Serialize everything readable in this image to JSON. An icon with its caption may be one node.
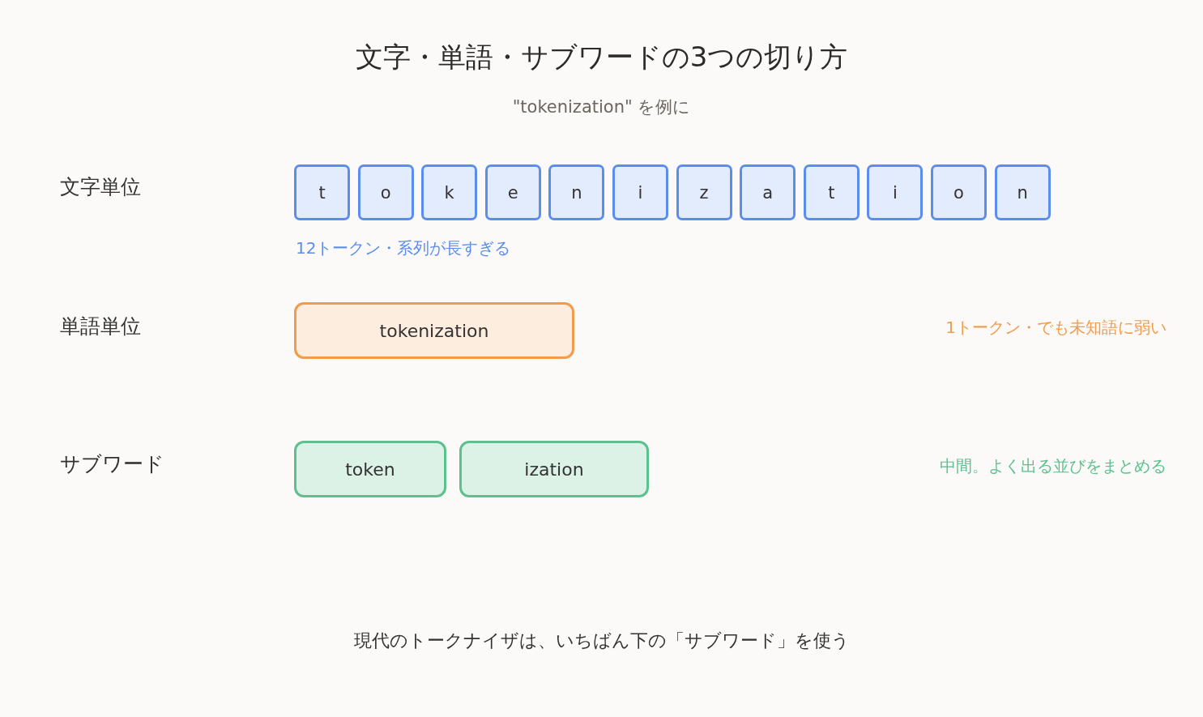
{
  "diagram": {
    "title": "文字・単語・サブワードの3つの切り方",
    "caption": "現代のトークナイザは、いちばん下の「サブワード」を使う",
    "nodes": [
      {
        "text": [
          "t"
        ]
      },
      {
        "text": [
          "o"
        ]
      },
      {
        "text": [
          "k"
        ]
      },
      {
        "text": [
          "e"
        ]
      },
      {
        "text": [
          "n"
        ]
      },
      {
        "text": [
          "i"
        ]
      },
      {
        "text": [
          "z"
        ]
      },
      {
        "text": [
          "a"
        ]
      },
      {
        "text": [
          "t"
        ]
      },
      {
        "text": [
          "i"
        ]
      },
      {
        "text": [
          "o"
        ]
      },
      {
        "text": [
          "n"
        ]
      },
      {
        "text": [
          "tokenization"
        ]
      },
      {
        "text": [
          "token"
        ]
      },
      {
        "text": [
          "ization"
        ]
      }
    ],
    "labels": [
      "\"tokenization\" を例に",
      "文字単位",
      "12トークン・系列が長すぎる",
      "単語単位",
      "1トークン・でも未知語に弱い",
      "サブワード",
      "中間。よく出る並びをまとめる"
    ]
  }
}
